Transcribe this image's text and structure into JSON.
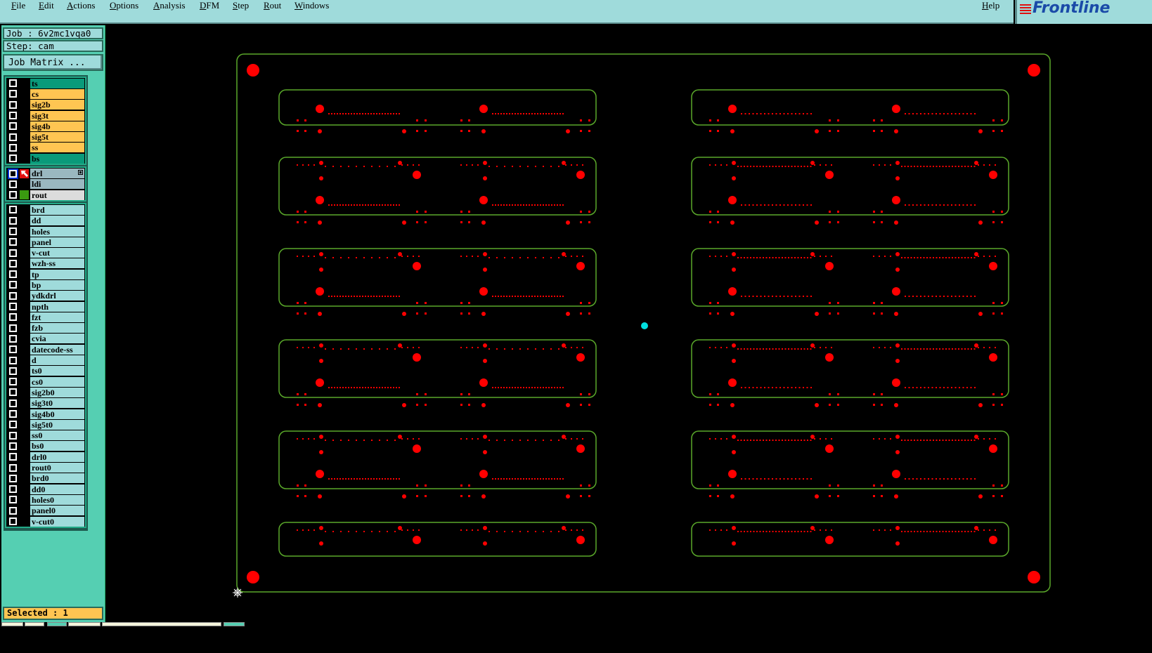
{
  "menu": [
    "File",
    "Edit",
    "Actions",
    "Options",
    "Analysis",
    "DFM",
    "Step",
    "Rout",
    "Windows"
  ],
  "help": "Help",
  "logo": "Frontline",
  "job": "Job : 6v2mc1vqa0",
  "step": "Step: cam",
  "job_matrix": "Job Matrix ...",
  "layer_groups": [
    [
      {
        "name": "ts",
        "color": "#0a9a7a"
      },
      {
        "name": "cs",
        "color": "#ffc552"
      },
      {
        "name": "sig2b",
        "color": "#ffc552"
      },
      {
        "name": "sig3t",
        "color": "#ffc552"
      },
      {
        "name": "sig4b",
        "color": "#ffc552"
      },
      {
        "name": "sig5t",
        "color": "#ffc552"
      },
      {
        "name": "ss",
        "color": "#ffc552"
      },
      {
        "name": "bs",
        "color": "#0a9a7a"
      }
    ],
    [
      {
        "name": "drl",
        "color": "#9ab8c0",
        "active": true
      },
      {
        "name": "ldi",
        "color": "#9ab8c0"
      },
      {
        "name": "rout",
        "color": "#dcdcdc",
        "swatch": "#3a9a10"
      }
    ],
    [
      {
        "name": "brd"
      },
      {
        "name": "dd"
      },
      {
        "name": "holes"
      },
      {
        "name": "panel"
      },
      {
        "name": "v-cut"
      },
      {
        "name": "wzh-ss"
      },
      {
        "name": "tp"
      },
      {
        "name": "bp"
      },
      {
        "name": "ydkdrl"
      },
      {
        "name": "npth"
      },
      {
        "name": "fzt"
      },
      {
        "name": "fzb"
      },
      {
        "name": "cvia"
      },
      {
        "name": "datecode-ss"
      },
      {
        "name": "d"
      },
      {
        "name": "ts0"
      },
      {
        "name": "cs0"
      },
      {
        "name": "sig2b0"
      },
      {
        "name": "sig3t0"
      },
      {
        "name": "sig4b0"
      },
      {
        "name": "sig5t0"
      },
      {
        "name": "ss0"
      },
      {
        "name": "bs0"
      },
      {
        "name": "drl0"
      },
      {
        "name": "rout0"
      },
      {
        "name": "brd0"
      },
      {
        "name": "dd0"
      },
      {
        "name": "holes0"
      },
      {
        "name": "panel0"
      },
      {
        "name": "v-cut0"
      }
    ]
  ],
  "selected": "Selected : 1",
  "colors": {
    "outline": "#5aa82a",
    "pad": "#ff0000",
    "datum": "#00e0e0",
    "default_layer": "#9fdbdb"
  }
}
